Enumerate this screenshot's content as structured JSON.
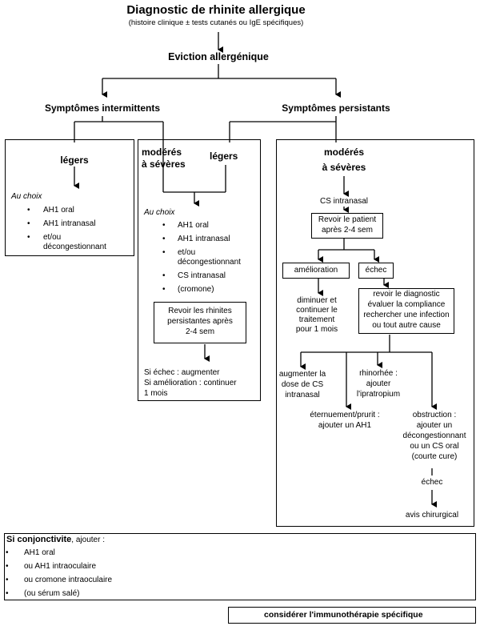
{
  "title": "Diagnostic de rhinite allergique",
  "subtitle": "(histoire clinique ± tests cutanés ou IgE spécifiques)",
  "eviction": "Eviction allergénique",
  "intermittent": "Symptômes intermittents",
  "persistent": "Symptômes persistants",
  "left_box": {
    "legers": "légers",
    "au_choix": "Au choix",
    "items": [
      "AH1 oral",
      "AH1 intranasal",
      "et/ou",
      "décongestionnant"
    ]
  },
  "middle_box": {
    "moderes": "modérés",
    "a_severes": "à sévères",
    "legers": "légers",
    "au_choix": "Au choix",
    "items": [
      "AH1 oral",
      "AH1 intranasal",
      "et/ou",
      "décongestionnant",
      "CS intranasal",
      "(cromone)"
    ],
    "revoir": [
      "Revoir les rhinites",
      "persistantes après",
      "2-4 sem"
    ],
    "si_echec": "Si échec : augmenter",
    "si_amelioration": "Si amélioration : continuer",
    "un_mois": "1 mois"
  },
  "right_box": {
    "moderes": "modérés",
    "a_severes": "à sévères",
    "cs_intranasal": "CS intranasal",
    "revoir_patient": [
      "Revoir le patient",
      "après 2-4 sem"
    ],
    "amelioration": "amélioration",
    "echec": "échec",
    "diminuer": [
      "diminuer et",
      "continuer le",
      "traitement",
      "pour 1 mois"
    ],
    "revoir_diag": [
      "revoir le diagnostic",
      "évaluer la compliance",
      "rechercher une infection",
      "ou tout autre cause"
    ],
    "augmenter": [
      "augmenter la",
      "dose de CS",
      "intranasal"
    ],
    "rhinorrhee": [
      "rhinorhée :",
      "ajouter",
      "l'ipratropium"
    ],
    "eternuement": [
      "éternuement/prurit :",
      "ajouter un AH1"
    ],
    "obstruction": [
      "obstruction :",
      "ajouter un",
      "décongestionnant",
      "ou un CS oral",
      "(courte cure)"
    ],
    "echec2": "échec",
    "avis": "avis chirurgical"
  },
  "conjunctivitis": {
    "heading": "Si conjonctivite",
    "heading_suffix": ", ajouter :",
    "items": [
      "AH1 oral",
      "ou AH1 intraoculaire",
      "ou cromone intraoculaire",
      "(ou sérum salé)"
    ]
  },
  "immuno": "considérer l'immunothérapie spécifique",
  "bullet_glyph": "•"
}
